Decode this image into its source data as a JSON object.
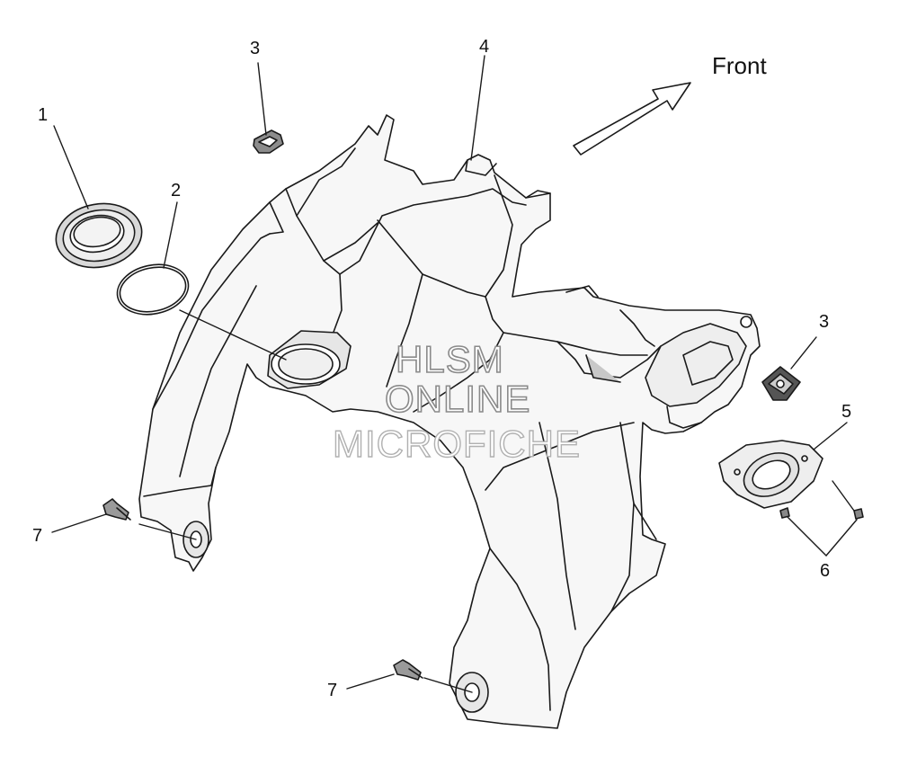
{
  "diagram": {
    "front_label": "Front",
    "watermark": {
      "line1": "HLSM",
      "line2": "ONLINE",
      "line3": "MICROFICHE"
    },
    "callouts": [
      {
        "id": "c1",
        "label": "1",
        "part": "filler-neck-nut"
      },
      {
        "id": "c2",
        "label": "2",
        "part": "o-ring"
      },
      {
        "id": "c3a",
        "label": "3",
        "part": "spring-clip-upper"
      },
      {
        "id": "c4",
        "label": "4",
        "part": "tab"
      },
      {
        "id": "c3b",
        "label": "3",
        "part": "speed-nut-right"
      },
      {
        "id": "c5",
        "label": "5",
        "part": "cover-plate"
      },
      {
        "id": "c6",
        "label": "6",
        "part": "screws"
      },
      {
        "id": "c7a",
        "label": "7",
        "part": "push-rivet-left"
      },
      {
        "id": "c7b",
        "label": "7",
        "part": "push-rivet-bottom"
      }
    ],
    "colors": {
      "line": "#1a1a1a",
      "part_fill": "#f7f7f7",
      "shade": "#e6e6e6",
      "dark_shade": "#c8c8c8",
      "watermark_outline": "#8a8a8a"
    }
  }
}
